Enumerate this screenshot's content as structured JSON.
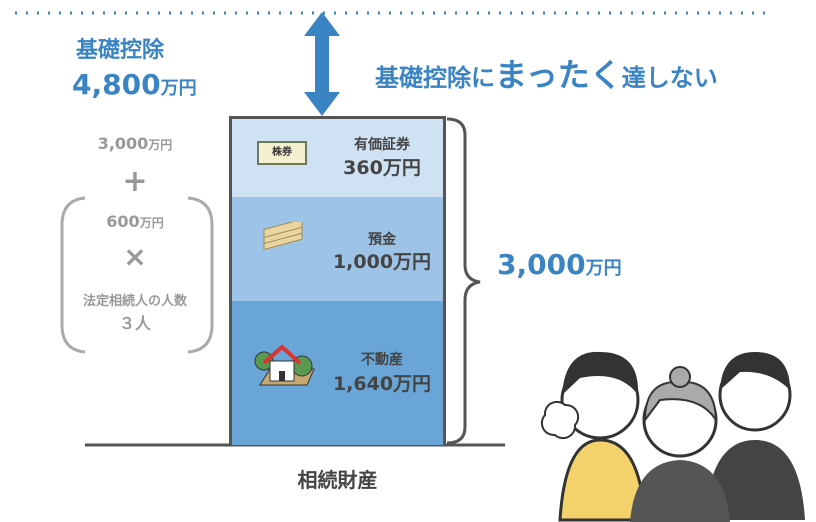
{
  "basic_deduction": {
    "title": "基礎控除",
    "amount": "4,800",
    "unit": "万円"
  },
  "headline": {
    "part1": "基礎控除に",
    "emphasis": "まったく",
    "part2": "達しない"
  },
  "formula": {
    "base": "3,000",
    "base_unit": "万円",
    "plus": "+",
    "per_heir": "600",
    "per_heir_unit": "万円",
    "times": "×",
    "heirs_label": "法定相続人の人数",
    "heirs_count": "３人"
  },
  "assets": [
    {
      "name": "有価証券",
      "value": "360万円",
      "icon": "stock-certificate-icon"
    },
    {
      "name": "預金",
      "value": "1,000万円",
      "icon": "money-stack-icon"
    },
    {
      "name": "不動産",
      "value": "1,640万円",
      "icon": "house-icon"
    }
  ],
  "total": {
    "amount": "3,000",
    "unit": "万円"
  },
  "estate_label": "相続財産",
  "colors": {
    "accent": "#3a84c4",
    "seg1": "#cfe2f3",
    "seg2": "#9dc3e6",
    "seg3": "#69a5d6"
  }
}
